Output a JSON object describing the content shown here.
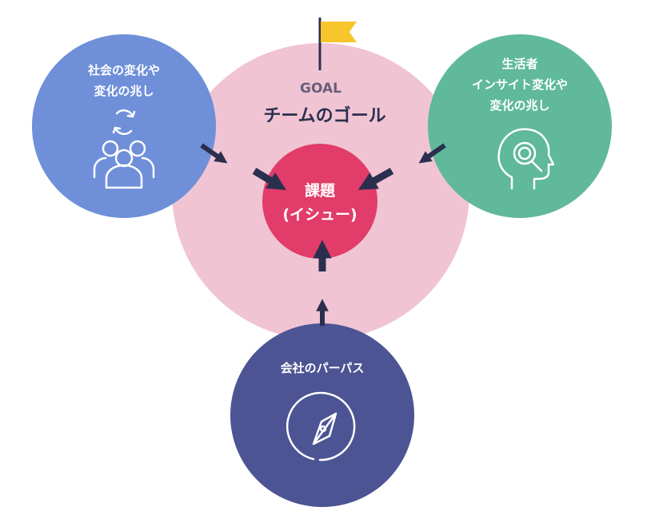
{
  "goal": {
    "label": "GOAL",
    "title": "チームのゴール",
    "flag_icon": "flag-icon"
  },
  "issue": {
    "line1": "課題",
    "line2": "(イシュー)"
  },
  "nodes": {
    "society": {
      "line1": "社会の変化や",
      "line2": "変化の兆し",
      "icon": "people-refresh-icon"
    },
    "consumer": {
      "line1": "生活者",
      "line2": "インサイト変化や",
      "line3": "変化の兆し",
      "icon": "head-search-icon"
    },
    "purpose": {
      "line1": "会社のパーパス",
      "icon": "compass-icon"
    }
  },
  "colors": {
    "goal_circle": "#f0c4d3",
    "issue_circle": "#e23c6a",
    "society": "#6f8fd9",
    "consumer": "#5fb99a",
    "purpose": "#4c5494",
    "arrow": "#2b2f4e",
    "flag": "#f7c52c"
  }
}
